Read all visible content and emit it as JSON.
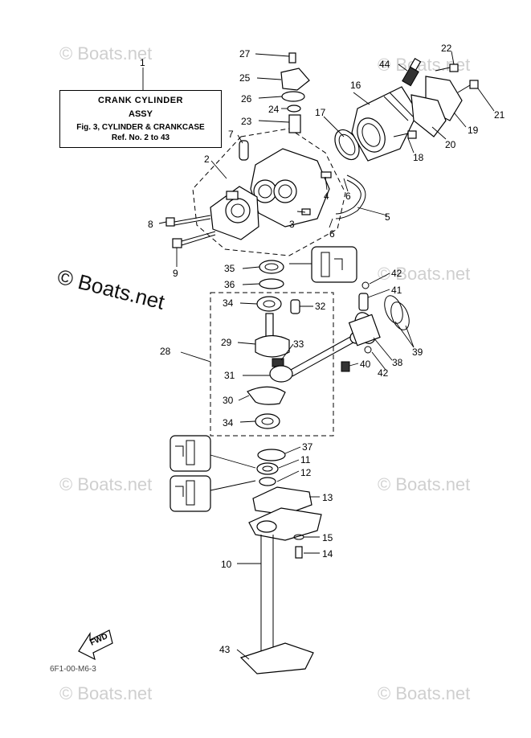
{
  "title_box": {
    "line1": "CRANK CYLINDER",
    "line2": "ASSY",
    "line3": "Fig. 3, CYLINDER & CRANKCASE",
    "line4": "Ref. No. 2 to 43"
  },
  "watermark": {
    "small": "© Boats.net",
    "large": "© Boats.net"
  },
  "fwd_label": "FWD",
  "drawing_code": "6F1-00-M6-3",
  "callouts": [
    "1",
    "2",
    "3",
    "4",
    "5",
    "6",
    "6",
    "7",
    "8",
    "9",
    "10",
    "11",
    "12",
    "13",
    "14",
    "15",
    "16",
    "17",
    "18",
    "19",
    "20",
    "21",
    "22",
    "23",
    "24",
    "25",
    "26",
    "27",
    "28",
    "29",
    "30",
    "31",
    "32",
    "33",
    "34",
    "34",
    "35",
    "36",
    "37",
    "38",
    "39",
    "40",
    "41",
    "42",
    "42",
    "43",
    "44"
  ]
}
